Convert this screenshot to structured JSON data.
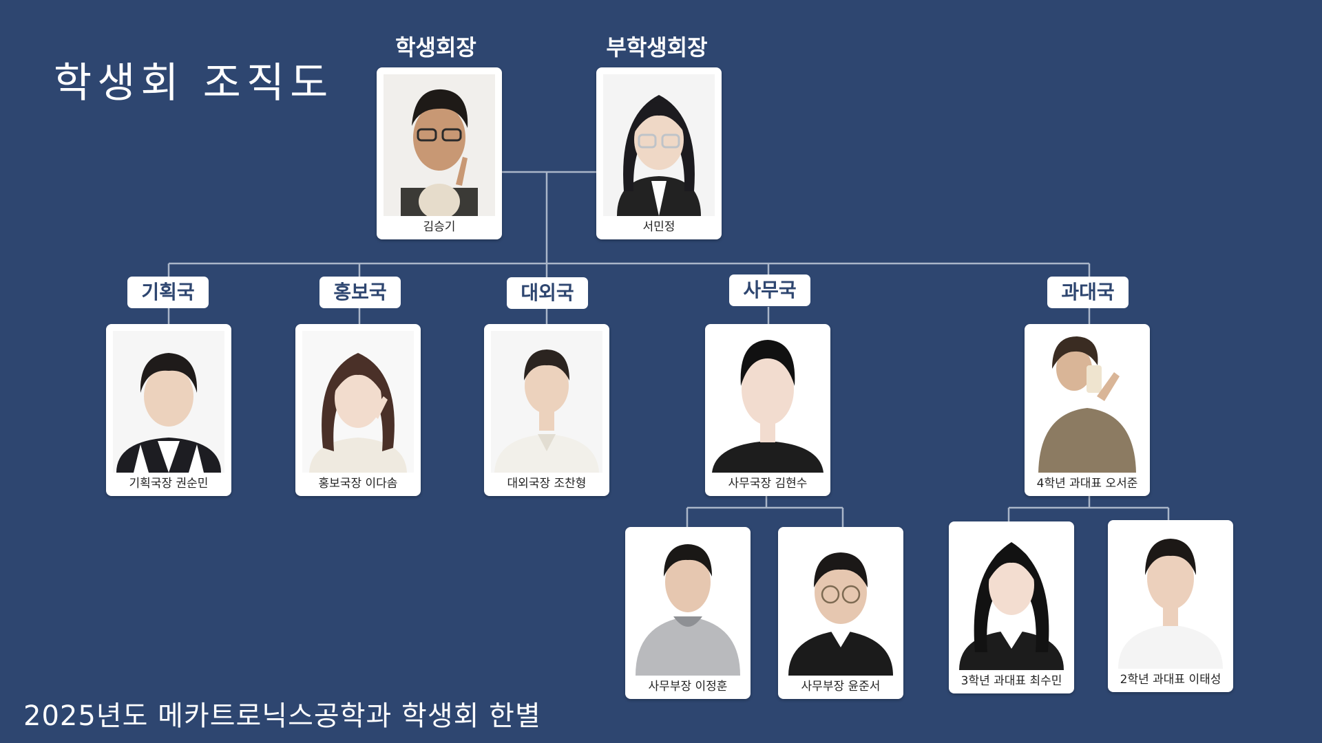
{
  "title": "학생회 조직도",
  "footer": "2025년도 메카트로닉스공학과 학생회 한별",
  "leaders": [
    {
      "role": "학생회장",
      "name": "김승기"
    },
    {
      "role": "부학생회장",
      "name": "서민정"
    }
  ],
  "departments": [
    {
      "name": "기획국",
      "member": "기획국장 권순민"
    },
    {
      "name": "홍보국",
      "member": "홍보국장 이다솜"
    },
    {
      "name": "대외국",
      "member": "대외국장 조찬형"
    },
    {
      "name": "사무국",
      "member": "사무국장 김현수"
    },
    {
      "name": "과대국",
      "member": "4학년 과대표 오서준"
    }
  ],
  "sub_members": [
    {
      "name": "사무부장 이정훈"
    },
    {
      "name": "사무부장 윤준서"
    },
    {
      "name": "3학년 과대표 최수민"
    },
    {
      "name": "2학년 과대표 이태성"
    }
  ],
  "colors": {
    "background": "#2e4670",
    "connector": "#aab6c9",
    "card": "#ffffff"
  }
}
